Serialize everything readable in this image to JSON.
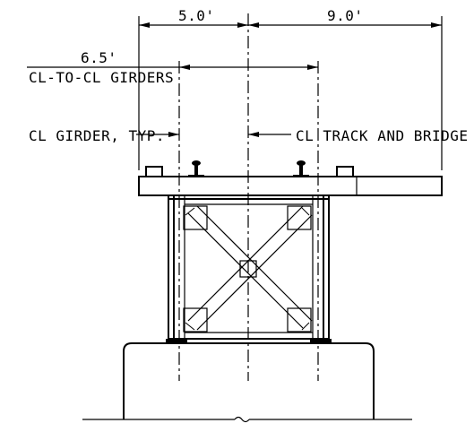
{
  "dimensions": {
    "left_span": "5.0'",
    "right_span": "9.0'",
    "girder_spacing": "6.5'",
    "girder_spacing_note": "CL-TO-CL GIRDERS"
  },
  "callouts": {
    "girder": "CL GIRDER, TYP.",
    "track": "CL TRACK AND BRIDGE"
  }
}
